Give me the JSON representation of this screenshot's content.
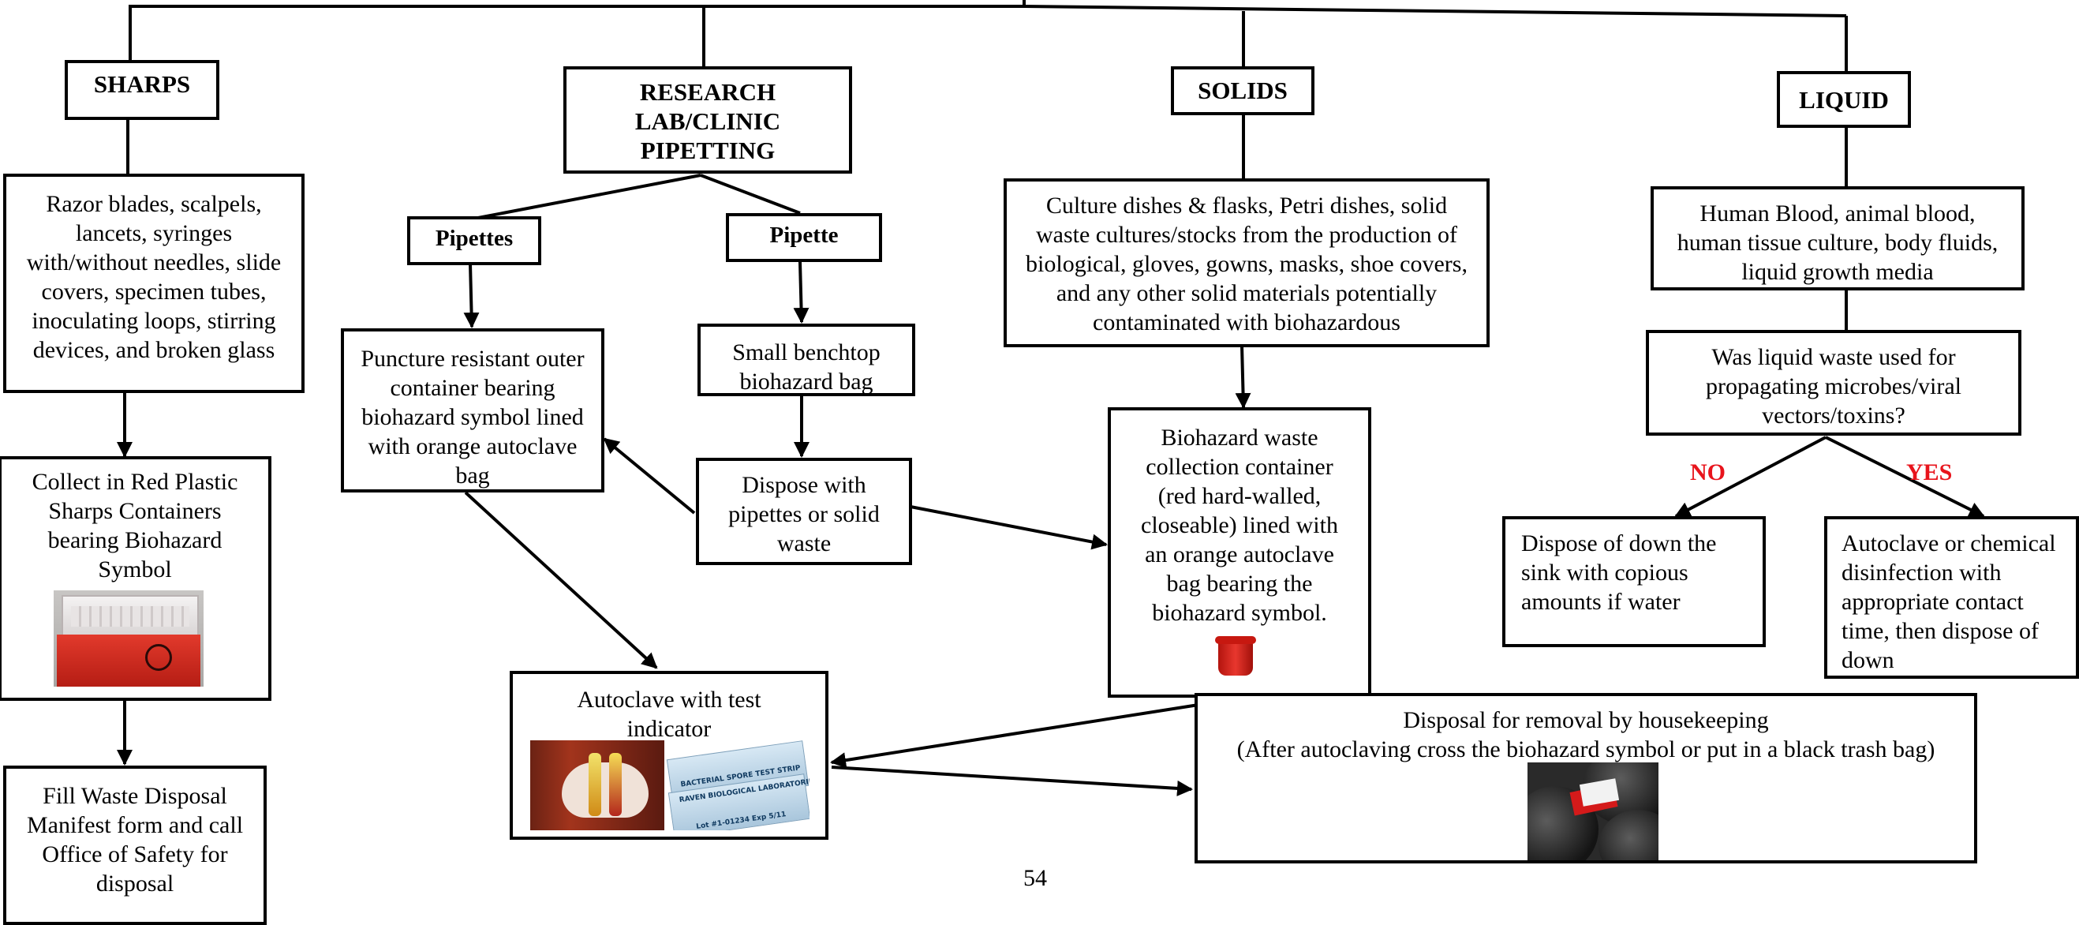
{
  "categories": {
    "sharps": "SHARPS",
    "research": "RESEARCH LAB/CLINIC PIPETTING",
    "solids": "SOLIDS",
    "liquid": "LIQUID"
  },
  "sharps_col": {
    "items": "Razor blades, scalpels, lancets, syringes with/without needles, slide covers, specimen tubes, inoculating loops, stirring devices, and broken glass",
    "collect": "Collect in Red Plastic Sharps Containers bearing Biohazard Symbol",
    "manifest": "Fill Waste Disposal Manifest form and call Office of Safety for disposal"
  },
  "research_col": {
    "pipettes_label": "Pipettes",
    "pipette_label": "Pipette",
    "puncture": "Puncture resistant outer container bearing biohazard symbol lined with orange autoclave bag",
    "benchtop": "Small benchtop biohazard bag",
    "dispose_with": "Dispose with pipettes or solid waste",
    "autoclave_test": "Autoclave with test indicator"
  },
  "solids_col": {
    "items": "Culture dishes & flasks, Petri dishes, solid waste cultures/stocks from the production of biological, gloves, gowns, masks, shoe covers, and any other solid materials potentially contaminated with biohazardous",
    "container": "Biohazard waste collection container (red hard-walled, closeable) lined with an orange autoclave bag bearing the biohazard symbol.",
    "housekeeping_line1": "Disposal for removal by housekeeping",
    "housekeeping_line2": "(After autoclaving cross the biohazard symbol or put in a black trash bag)"
  },
  "liquid_col": {
    "items": "Human Blood, animal blood, human tissue culture, body fluids, liquid growth media",
    "question": "Was liquid waste used for propagating microbes/viral vectors/toxins?",
    "no_label": "NO",
    "yes_label": "YES",
    "no_action": "Dispose of down the sink with copious amounts if water",
    "yes_action": "Autoclave or chemical disinfection with appropriate contact time, then dispose of down"
  },
  "test_strip": {
    "line1": "BACTERIAL SPORE TEST STRIP",
    "line2": "RAVEN BIOLOGICAL LABORATORIES, INC.",
    "line3": "Lot #1-01234 Exp 5/11"
  },
  "page_number": "54",
  "colors": {
    "line": "#000000",
    "yes_no_label": "#e8141c",
    "background": "#ffffff"
  }
}
